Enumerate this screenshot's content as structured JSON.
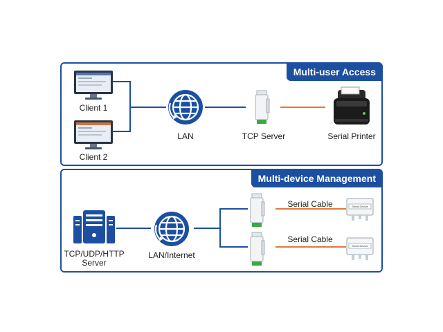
{
  "panel1": {
    "title": "Multi-user Access",
    "client1": "Client 1",
    "client2": "Client 2",
    "lan": "LAN",
    "tcp_server": "TCP Server",
    "printer": "Serial Printer"
  },
  "panel2": {
    "title": "Multi-device Management",
    "server_line1": "TCP/UDP/HTTP",
    "server_line2": "Server",
    "lan": "LAN/Internet",
    "cable1": "Serial Cable",
    "cable2": "Serial Cable",
    "device_label1": "Serial Device",
    "device_label2": "Serial Device"
  },
  "colors": {
    "accent": "#1c4fa0",
    "link_blue": "#1c4fa0",
    "serial_orange": "#e07a3a",
    "module_green": "#3aa845"
  },
  "icons": [
    "monitor-icon",
    "globe-icon",
    "server-module-icon",
    "printer-icon",
    "server-rack-icon",
    "sensor-box-icon"
  ]
}
